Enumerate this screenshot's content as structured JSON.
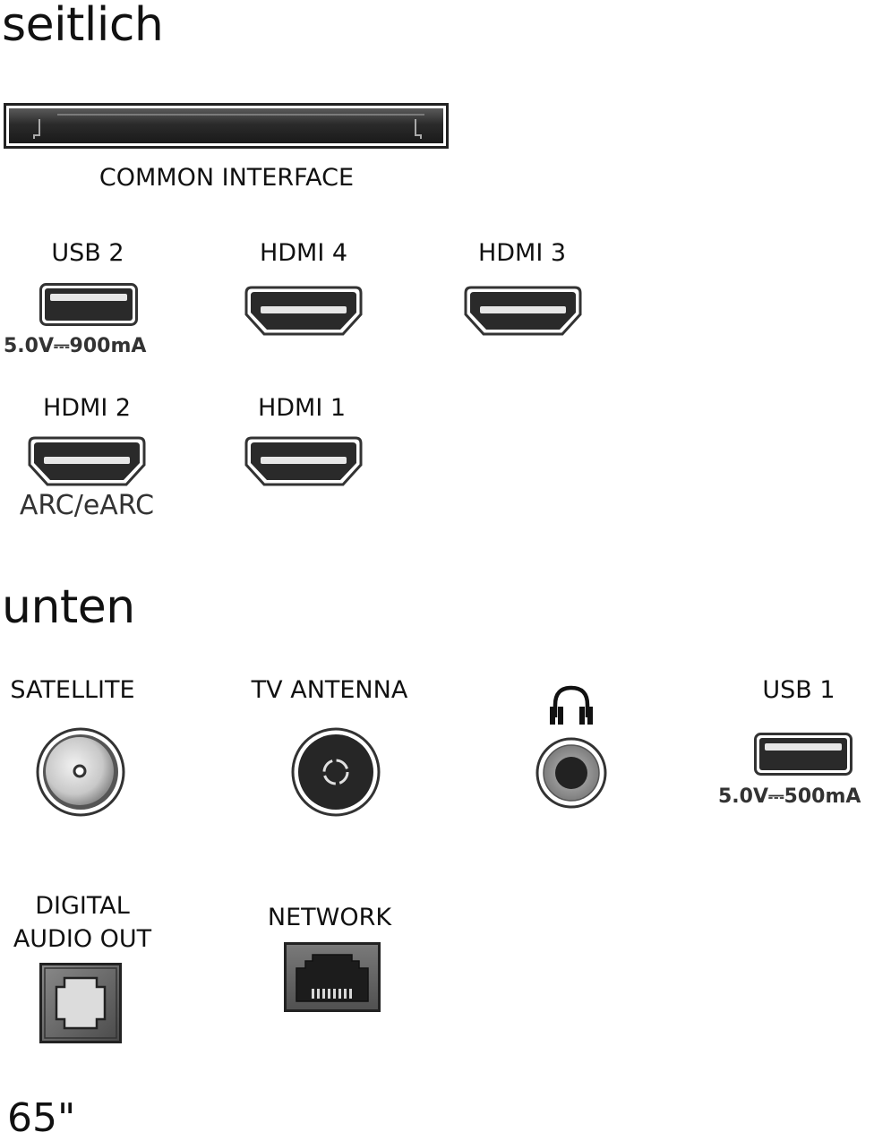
{
  "sections": {
    "side_title": "seitlich",
    "bottom_title": "unten"
  },
  "ports": {
    "common_interface": {
      "label": "COMMON INTERFACE",
      "icon": "ci-slot-icon"
    },
    "usb2": {
      "label": "USB 2",
      "spec": "5.0V⎓900mA",
      "icon": "usb-port-icon"
    },
    "hdmi4": {
      "label": "HDMI 4",
      "icon": "hdmi-port-icon"
    },
    "hdmi3": {
      "label": "HDMI 3",
      "icon": "hdmi-port-icon"
    },
    "hdmi2": {
      "label": "HDMI 2",
      "sub": "ARC/eARC",
      "icon": "hdmi-port-icon"
    },
    "hdmi1": {
      "label": "HDMI 1",
      "icon": "hdmi-port-icon"
    },
    "satellite": {
      "label": "SATELLITE",
      "icon": "satellite-connector-icon"
    },
    "tv_antenna": {
      "label": "TV ANTENNA",
      "icon": "antenna-connector-icon"
    },
    "headphone": {
      "icon": "headphones-icon"
    },
    "usb1": {
      "label": "USB 1",
      "spec": "5.0V⎓500mA",
      "icon": "usb-port-icon"
    },
    "digital_audio_out": {
      "label_line1": "DIGITAL",
      "label_line2": "AUDIO OUT",
      "icon": "optical-audio-port-icon"
    },
    "network": {
      "label": "NETWORK",
      "icon": "ethernet-port-icon"
    }
  },
  "footer": {
    "size": "65\""
  },
  "colors": {
    "port_dark": "#2a2a2a",
    "port_outline": "#3a3a3a",
    "port_highlight": "#e6e6e6",
    "text": "#111111"
  }
}
